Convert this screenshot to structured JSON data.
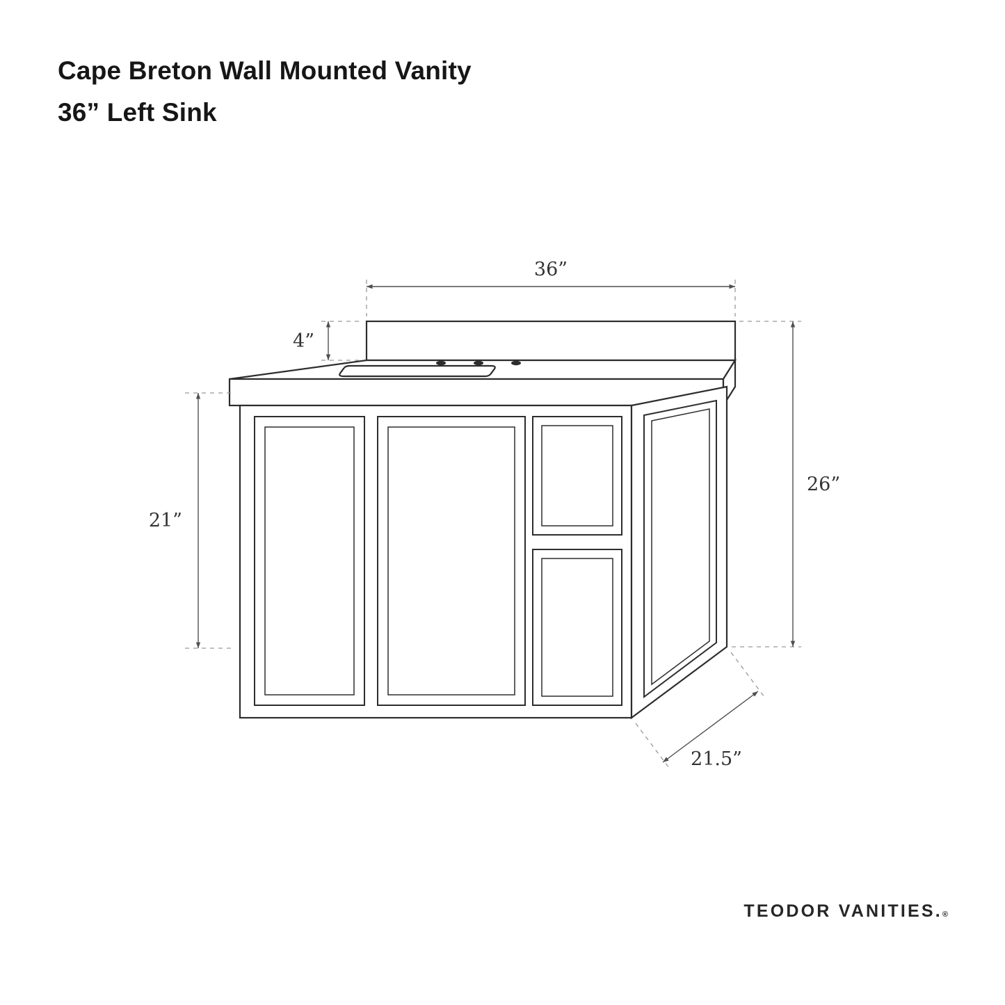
{
  "title": {
    "line1": "Cape Breton Wall Mounted Vanity",
    "line2": "36” Left Sink"
  },
  "dimensions": {
    "top_width": {
      "label": "36”"
    },
    "backsplash_height": {
      "label": "4”"
    },
    "cabinet_height": {
      "label": "21”"
    },
    "overall_height": {
      "label": "26”"
    },
    "depth": {
      "label": "21.5”"
    }
  },
  "brand": {
    "wordmark": "TEODOR VANITIES.",
    "registered_mark": "®"
  },
  "diagram": {
    "subject": "wall mounted bathroom vanity, perspective line drawing",
    "features": [
      "backsplash",
      "countertop",
      "left rectangular sink cutout",
      "three faucet holes",
      "left cabinet door",
      "center cabinet door",
      "upper right drawer",
      "lower right drawer",
      "right side panel"
    ],
    "line_color": "#2d2d2d",
    "dimension_line_color": "#4f4f4f",
    "extension_line_color": "#999999"
  }
}
